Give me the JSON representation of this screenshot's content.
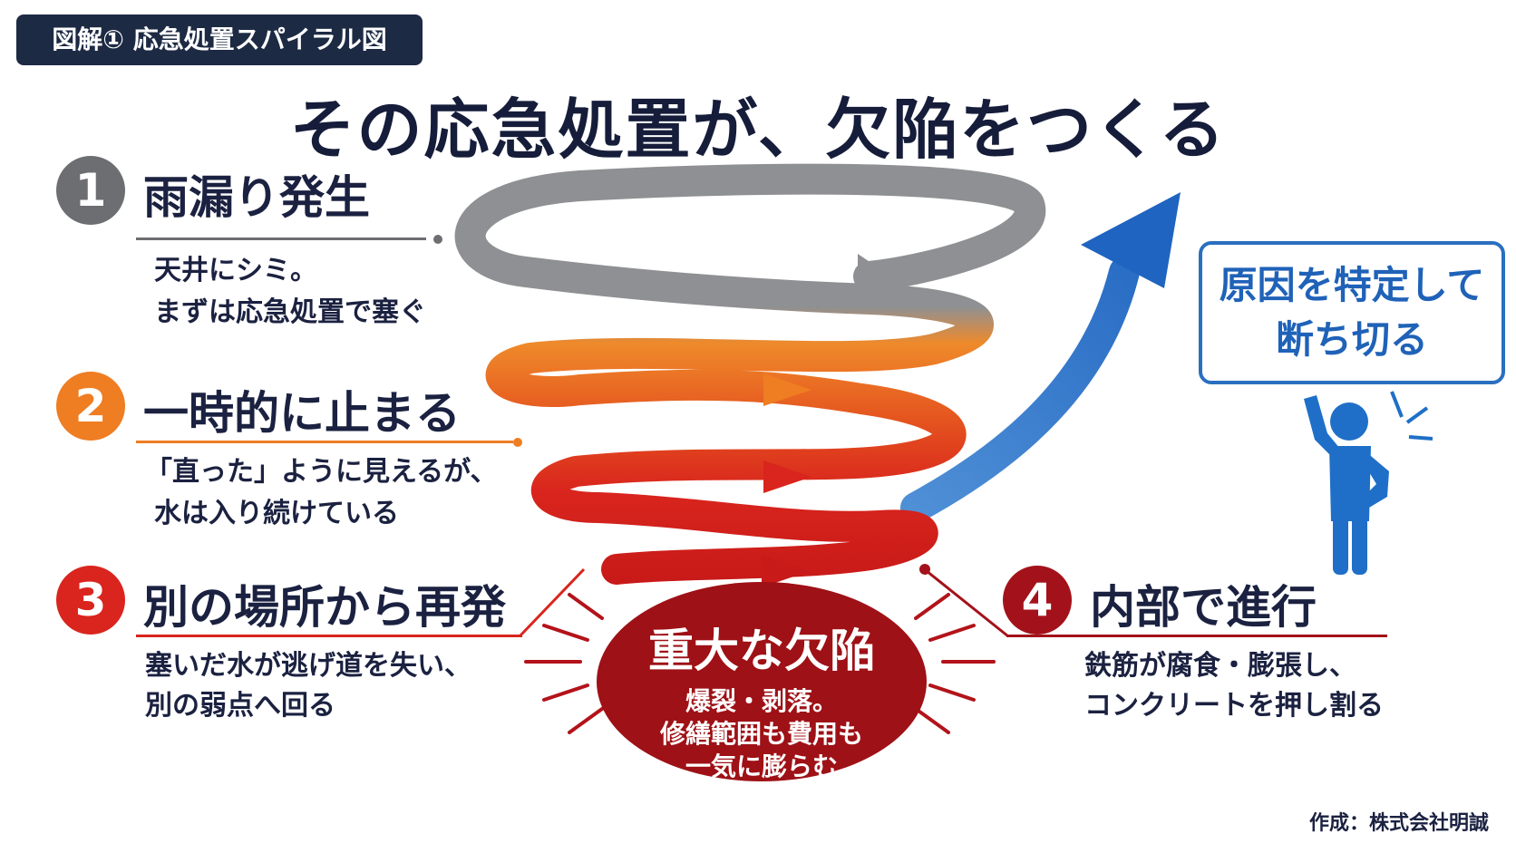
{
  "tag": "図解① 応急処置スパイラル図",
  "title": "その応急処置が、欠陥をつくる",
  "steps": [
    {
      "num": "1",
      "title": "雨漏り発生",
      "lines": [
        "天井にシミ。",
        "まずは応急処置で塞ぐ"
      ],
      "color": "#6d6e71"
    },
    {
      "num": "2",
      "title": "一時的に止まる",
      "lines": [
        "「直った」ように見えるが、",
        "水は入り続けている"
      ],
      "color": "#ef7d22"
    },
    {
      "num": "3",
      "title": "別の場所から再発",
      "lines": [
        "塞いだ水が逃げ道を失い、",
        "別の弱点へ回る"
      ],
      "color": "#d9251d"
    },
    {
      "num": "4",
      "title": "内部で進行",
      "lines": [
        "鉄筋が腐食・膨張し、",
        "コンクリートを押し割る"
      ],
      "color": "#a3121a"
    }
  ],
  "defect": {
    "title": "重大な欠陥",
    "lines": [
      "爆裂・剥落。",
      "修繕範囲も費用も",
      "一気に膨らむ"
    ],
    "color": "#9e1116"
  },
  "cta": {
    "lines": [
      "原因を特定して",
      "断ち切る"
    ],
    "color": "#2a6fc0"
  },
  "credit": "作成：株式会社明誠",
  "icons": [
    "spiral-arrow",
    "up-arrow-icon",
    "person-raising-arm-icon",
    "burst-lines"
  ]
}
